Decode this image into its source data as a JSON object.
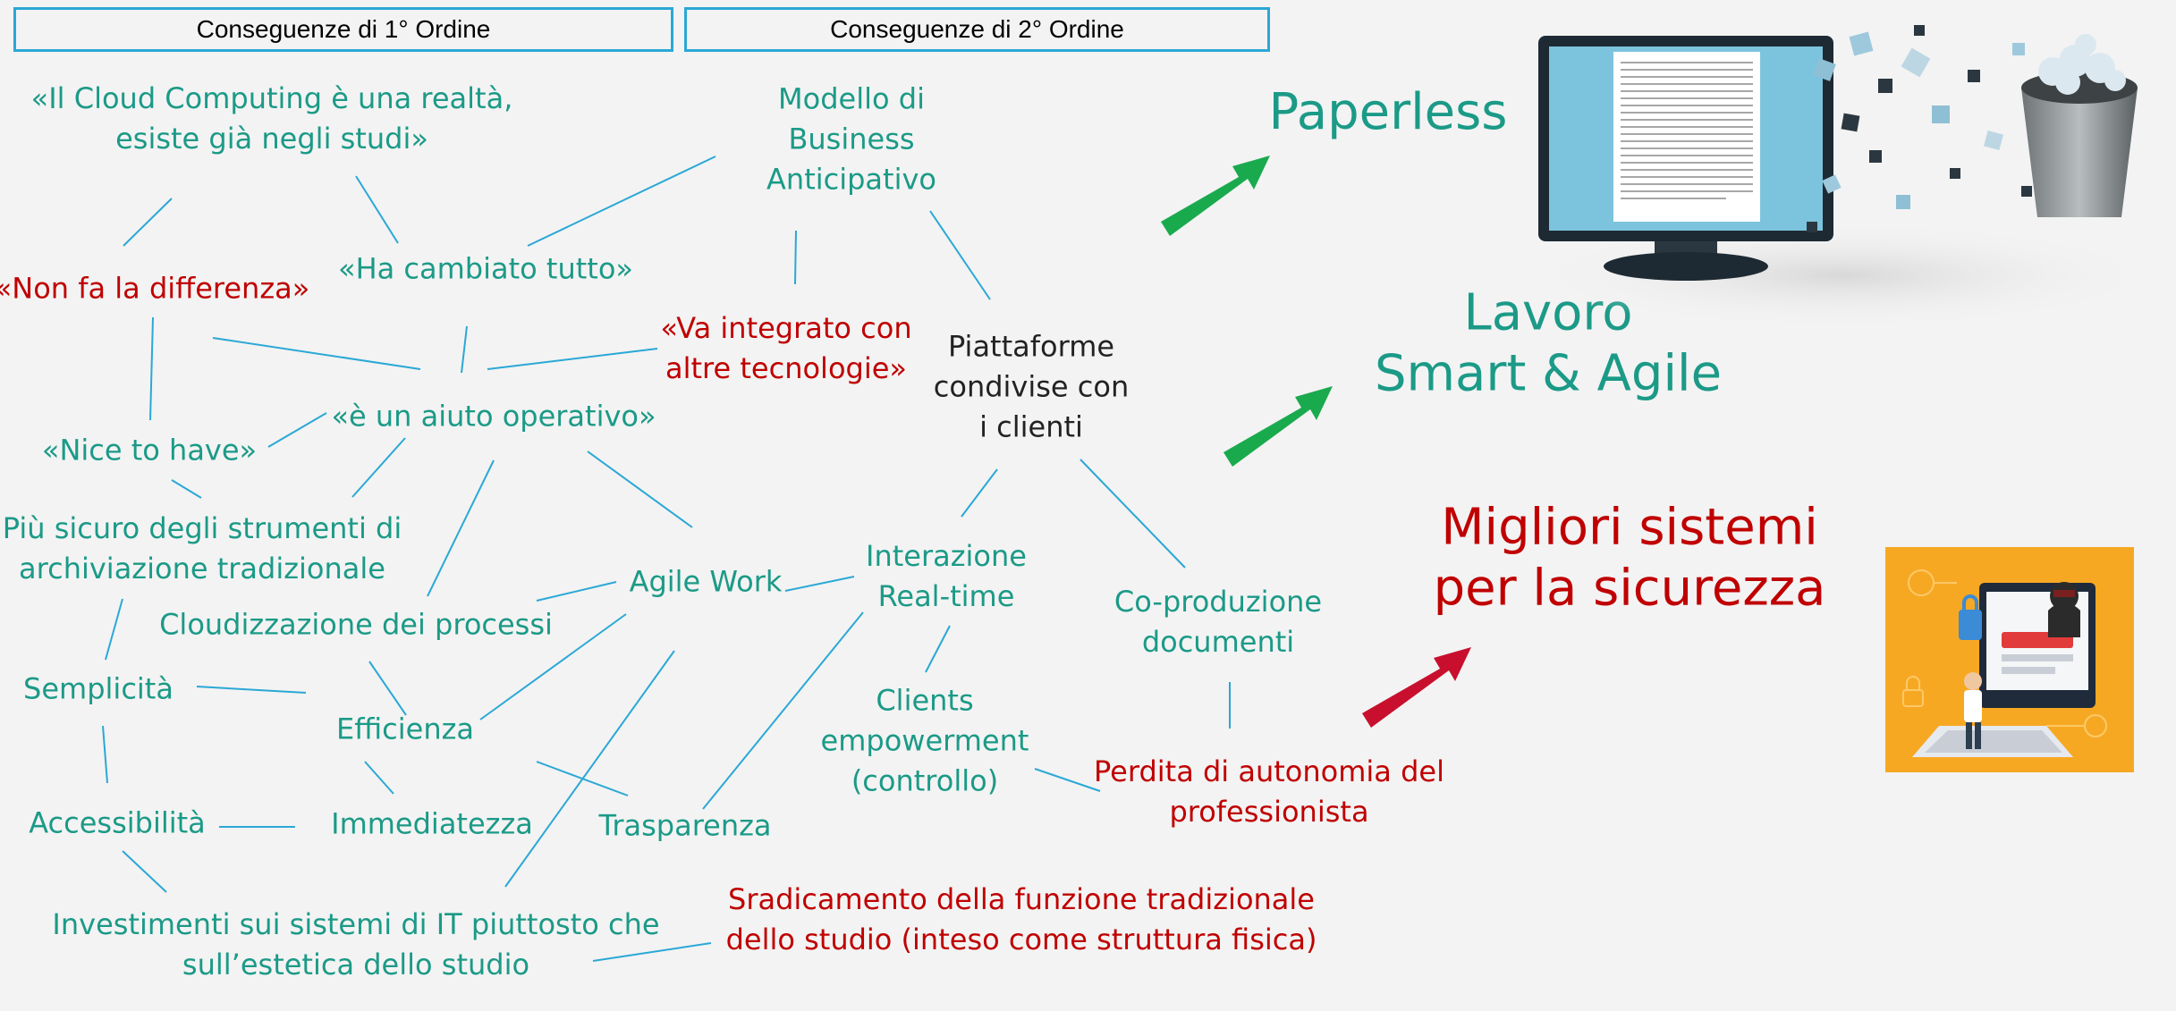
{
  "headers": {
    "first": "Conseguenze di 1° Ordine",
    "second": "Conseguenze di 2° Ordine"
  },
  "nodes": {
    "cloud_realta": [
      "«Il Cloud Computing è una realtà,",
      "esiste già negli studi»"
    ],
    "non_fa_differenza": [
      "«Non fa la differenza»"
    ],
    "ha_cambiato": [
      "«Ha cambiato tutto»"
    ],
    "nice_to_have": [
      "«Nice to have»"
    ],
    "aiuto_operativo": [
      "«è un aiuto operativo»"
    ],
    "piu_sicuro": [
      "Più sicuro degli strumenti di",
      "archiviazione tradizionale"
    ],
    "cloudizzazione": [
      "Cloudizzazione dei processi"
    ],
    "agile_work": [
      "Agile Work"
    ],
    "semplicita": [
      "Semplicità"
    ],
    "efficienza": [
      "Efficienza"
    ],
    "accessibilita": [
      "Accessibilità"
    ],
    "immediatezza": [
      "Immediatezza"
    ],
    "trasparenza": [
      "Trasparenza"
    ],
    "investimenti": [
      "Investimenti sui sistemi di IT piuttosto che",
      "sull’estetica dello studio"
    ],
    "modello_business": [
      "Modello di",
      "Business",
      "Anticipativo"
    ],
    "va_integrato": [
      "«Va integrato con",
      "altre tecnologie»"
    ],
    "piattaforme": [
      "Piattaforme",
      "condivise con",
      "i clienti"
    ],
    "interazione": [
      "Interazione",
      "Real-time"
    ],
    "coproduzione": [
      "Co-produzione",
      "documenti"
    ],
    "clients_empowerment": [
      "Clients",
      "empowerment",
      "(controllo)"
    ],
    "perdita_autonomia": [
      "Perdita di autonomia del",
      "professionista"
    ],
    "sradicamento": [
      "Sradicamento della funzione tradizionale",
      "dello studio (inteso come struttura fisica)"
    ]
  },
  "outcomes": {
    "paperless": "Paperless",
    "lavoro": [
      "Lavoro",
      "Smart & Agile"
    ],
    "sicurezza": [
      "Migliori sistemi",
      "per la sicurezza"
    ]
  },
  "colors": {
    "teal": "#1b9a87",
    "red": "#c00000",
    "line": "#2aa8d6",
    "green_arrow": "#1aaa4e",
    "red_arrow": "#c8102e"
  },
  "icons": [
    "paper-shredding-computer-icon",
    "cyber-security-illustration-icon"
  ]
}
